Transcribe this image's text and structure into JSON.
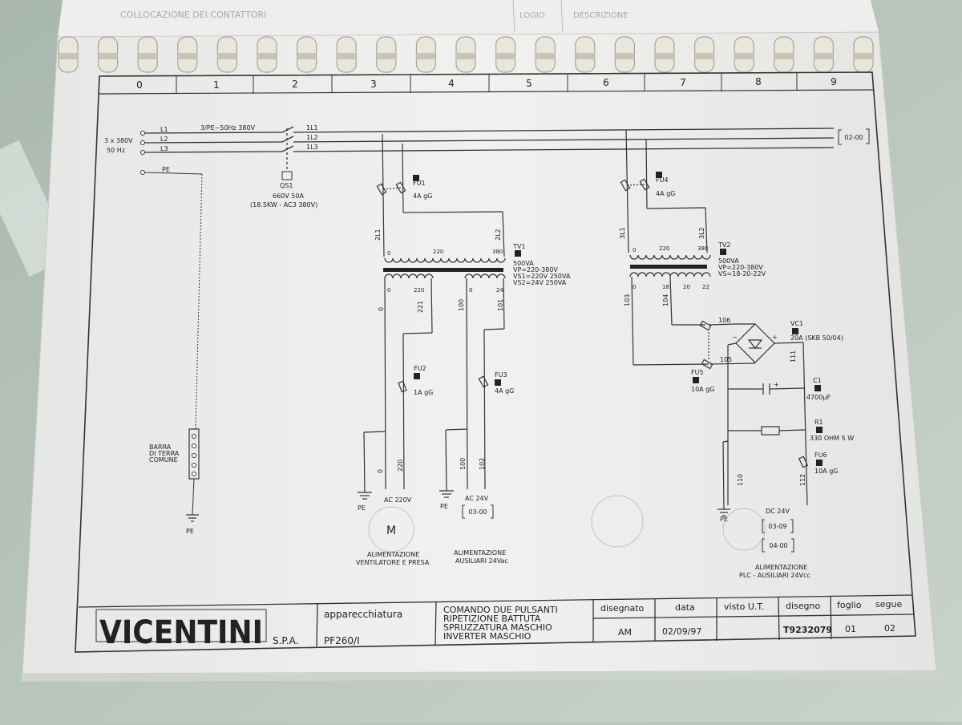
{
  "header": {
    "top_left": "COLLOCAZIONE DEI CONTATTORI",
    "top_mid": "LOGIO",
    "top_right": "DESCRIZIONE",
    "columns": [
      "0",
      "1",
      "2",
      "3",
      "4",
      "5",
      "6",
      "7",
      "8",
      "9"
    ]
  },
  "supply": {
    "voltage": "3 x 380V",
    "freq": "50 Hz",
    "lines": [
      "L1",
      "L2",
      "L3"
    ],
    "pe": "PE",
    "system": "3/PE~50Hz 380V",
    "out_lines": [
      "1L1",
      "1L2",
      "1L3"
    ],
    "next_ref": "02-00"
  },
  "qs1": {
    "name": "QS1",
    "rating": "660V 50A",
    "power": "(18.5KW - AC3 380V)"
  },
  "fu1": {
    "name": "FU1",
    "rating": "4A gG"
  },
  "fu2": {
    "name": "FU2",
    "rating": "1A gG"
  },
  "fu3": {
    "name": "FU3",
    "rating": "4A gG"
  },
  "fu4": {
    "name": "FU4",
    "rating": "4A gG"
  },
  "fu5": {
    "name": "FU5",
    "rating": "10A gG"
  },
  "fu6": {
    "name": "FU6",
    "rating": "10A gG"
  },
  "tv1": {
    "name": "TV1",
    "l1": "500VA",
    "l2": "VP=220-380V",
    "l3": "VS1=220V 250VA",
    "l4": "VS2=24V 250VA"
  },
  "tv2": {
    "name": "TV2",
    "l1": "500VA",
    "l2": "VP=220-380V",
    "l3": "VS=18-20-22V"
  },
  "vc1": {
    "name": "VC1",
    "rating": "20A (SKB 50/04)"
  },
  "c1": {
    "name": "C1",
    "value": "4700µF"
  },
  "r1": {
    "name": "R1",
    "value": "330 OHM 5 W"
  },
  "wires": {
    "w2l1": "2L1",
    "w2l2": "2L2",
    "w3l1": "3L1",
    "w3l2": "3L2",
    "p0": "0",
    "p220": "220",
    "p380": "380",
    "s0": "0",
    "s220": "220",
    "s0b": "0",
    "s24": "24",
    "w0": "0",
    "w221": "221",
    "w100": "100",
    "w101": "101",
    "b0": "0",
    "b220": "220",
    "b100": "100",
    "b102": "102",
    "t0": "0",
    "t220": "220",
    "t380": "380",
    "t18": "18",
    "t20": "20",
    "t22": "22",
    "w103": "103",
    "w104": "104",
    "w106": "106",
    "w105": "105",
    "w111": "111",
    "w110": "110",
    "w112": "112"
  },
  "earth": {
    "l1": "BARRA",
    "l2": "DI TERRA",
    "l3": "COMUNE",
    "pe": "PE"
  },
  "outputs": {
    "pe1": "PE",
    "ac220": "AC 220V",
    "pe2": "PE",
    "ac24": "AC 24V",
    "ref1": "03-00",
    "pe3": "PE",
    "dc24": "DC 24V",
    "ref2": "03-09",
    "ref3": "04-00"
  },
  "captions": {
    "c1a": "ALIMENTAZIONE",
    "c1b": "VENTILATORE E PRESA",
    "c2a": "ALIMENTAZIONE",
    "c2b": "AUSILIARI 24Vac",
    "c3a": "ALIMENTAZIONE",
    "c3b": "PLC - AUSILIARI 24Vcc"
  },
  "titleblock": {
    "logo": "VICENTINI",
    "company_suffix": "S.P.A.",
    "equip_label": "apparecchiatura",
    "equip_value": "PF260/I",
    "desc1": "COMANDO DUE PULSANTI",
    "desc2": "RIPETIZIONE BATTUTA",
    "desc3": "SPRUZZATURA MASCHIO",
    "desc4": "INVERTER MASCHIO",
    "drawn_label": "disegnato",
    "drawn_value": "AM",
    "date_label": "data",
    "date_value": "02/09/97",
    "visto_label": "visto U.T.",
    "drawing_label": "disegno",
    "drawing_value": "T9232079",
    "sheet_label": "foglio",
    "sheet_value": "01",
    "next_label": "segue",
    "next_value": "02"
  }
}
